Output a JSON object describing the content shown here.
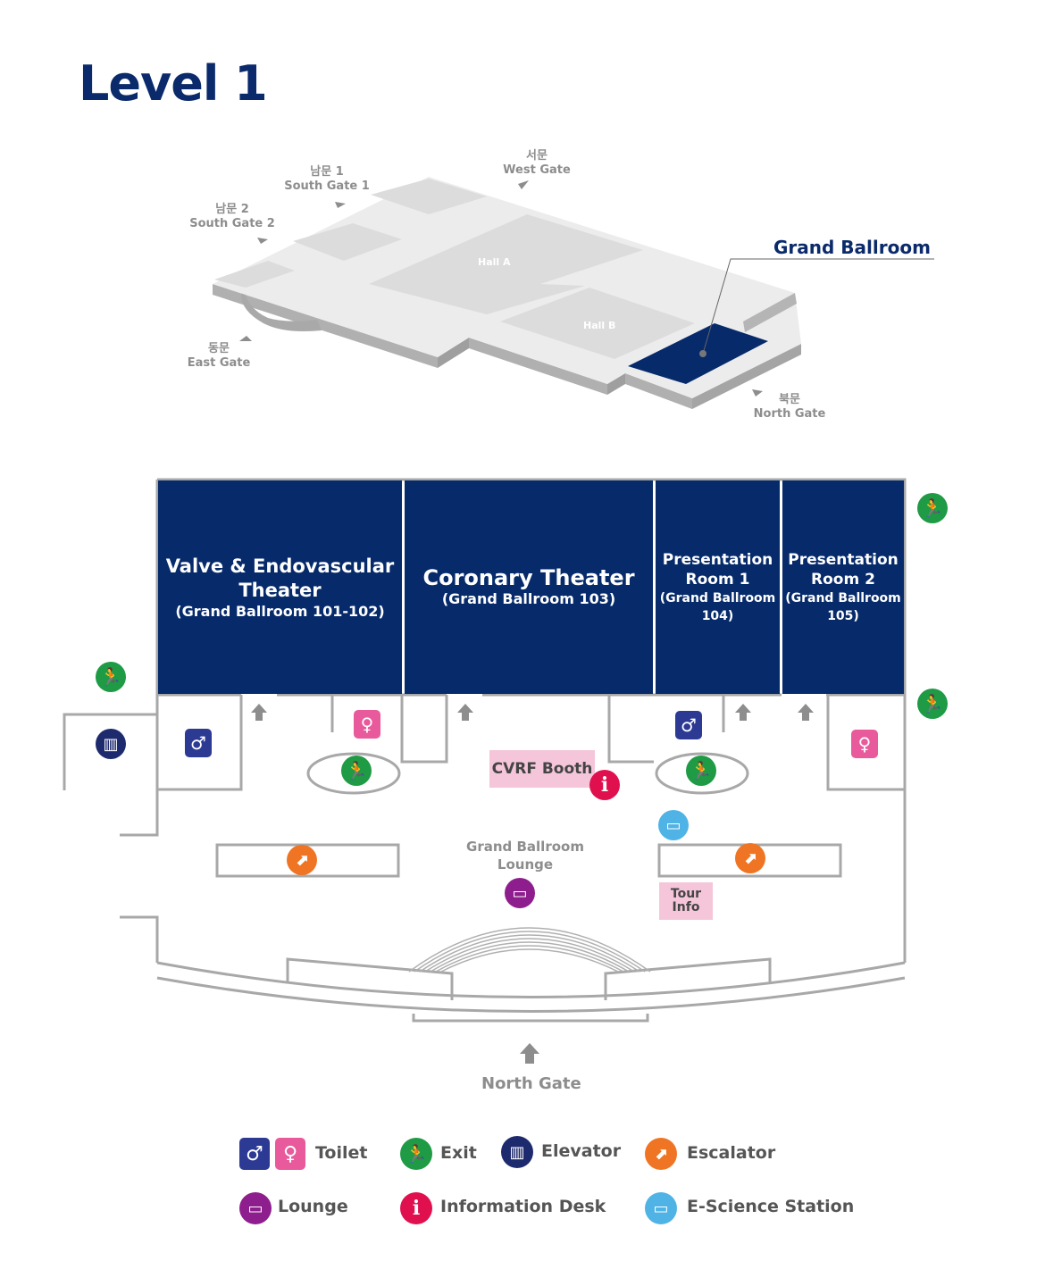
{
  "title": "Level 1",
  "overview_map": {
    "gates": {
      "west": {
        "korean": "서문",
        "english": "West Gate"
      },
      "south1": {
        "korean": "남문 1",
        "english": "South Gate 1"
      },
      "south2": {
        "korean": "남문 2",
        "english": "South Gate 2"
      },
      "east": {
        "korean": "동문",
        "english": "East Gate"
      },
      "north": {
        "korean": "북문",
        "english": "North Gate"
      }
    },
    "halls": {
      "hall_a": "Hall A",
      "hall_b": "Hall B"
    },
    "callout": "Grand Ballroom"
  },
  "floor_plan": {
    "rooms": [
      {
        "name": "Valve & Endovascular Theater",
        "sub": "(Grand Ballroom 101-102)"
      },
      {
        "name": "Coronary Theater",
        "sub": "(Grand Ballroom 103)"
      },
      {
        "name": "Presentation Room 1",
        "sub": "(Grand Ballroom 104)"
      },
      {
        "name": "Presentation Room 2",
        "sub": "(Grand Ballroom 105)"
      }
    ],
    "cvrf_booth": "CVRF Booth",
    "lounge": "Grand Ballroom Lounge",
    "tour_info": "Tour Info",
    "north_gate": "North Gate"
  },
  "legend": {
    "toilet": "Toilet",
    "exit": "Exit",
    "elevator": "Elevator",
    "escalator": "Escalator",
    "lounge": "Lounge",
    "information_desk": "Information Desk",
    "e_science_station": "E-Science Station"
  },
  "colors": {
    "navy": "#062a6a",
    "exit_green": "#1f9a45",
    "escalator_orange": "#ef7423",
    "lounge_purple": "#8e1e8d",
    "info_red": "#e0104f",
    "estation_blue": "#4fb3e6",
    "toilet_male": "#2c3a94",
    "toilet_female": "#e85a9b",
    "booth_pink": "#f5c6da"
  },
  "icons": [
    "toilet-male-icon",
    "toilet-female-icon",
    "exit-icon",
    "elevator-icon",
    "escalator-icon",
    "lounge-icon",
    "information-icon",
    "e-science-icon",
    "up-arrow-icon"
  ]
}
